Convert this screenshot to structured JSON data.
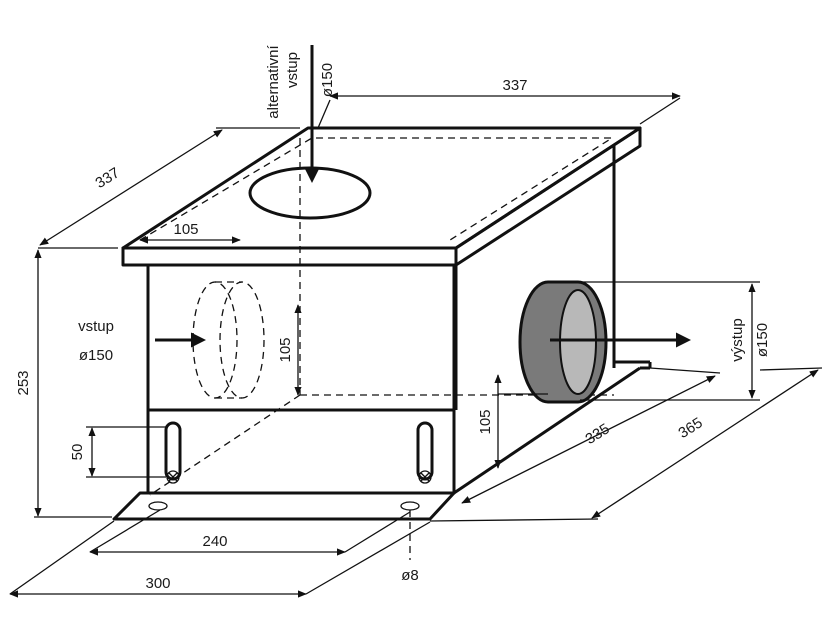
{
  "dimensions": {
    "top_width": "337",
    "top_depth": "337",
    "top_inlet_offset": "105",
    "height_total": "253",
    "slot_height": "50",
    "side_inlet_center": "105",
    "outlet_center": "105",
    "bracket_spacing": "240",
    "base_width": "300",
    "depth_335": "335",
    "depth_365": "365",
    "hole_diameter": "ø8"
  },
  "labels": {
    "alt_inlet_line1": "alternativní",
    "alt_inlet_line2": "vstup",
    "alt_inlet_dia": "ø150",
    "inlet": "vstup",
    "inlet_dia": "ø150",
    "outlet": "výstup",
    "outlet_dia": "ø150"
  },
  "colors": {
    "line": "#111111",
    "duct_fill": "#7a7a7a",
    "background": "#ffffff"
  }
}
